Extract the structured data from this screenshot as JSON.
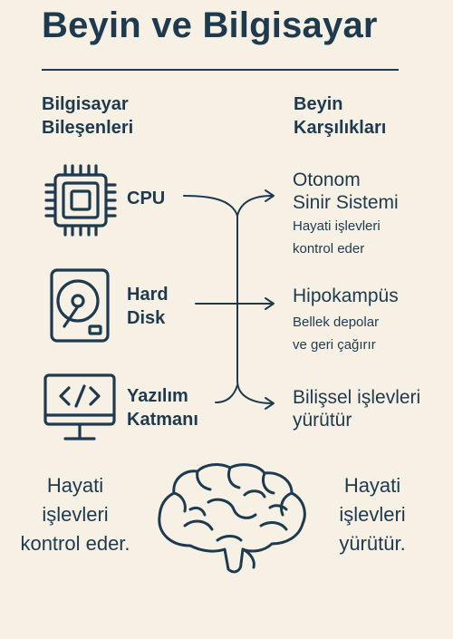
{
  "title": "Beyin ve Bilgisayar",
  "left_header": [
    "Bilgisayar",
    "Bileşenleri"
  ],
  "right_header": [
    "Beyin",
    "Karşılıkları"
  ],
  "components": [
    {
      "icon": "cpu-icon",
      "label": [
        "CPU"
      ]
    },
    {
      "icon": "hard-disk-icon",
      "label": [
        "Hard",
        "Disk"
      ]
    },
    {
      "icon": "code-monitor-icon",
      "label": [
        "Yazılım",
        "Katmanı"
      ]
    }
  ],
  "brain_parts": [
    {
      "name": [
        "Otonom",
        "Sinir Sistemi"
      ],
      "desc": [
        "Hayati işlevleri",
        "kontrol eder"
      ]
    },
    {
      "name": [
        "Hipokampüs"
      ],
      "desc": [
        "Bellek depolar",
        "ve geri çağırır"
      ]
    },
    {
      "name": [
        "Bilişsel işlevleri",
        "yürütür"
      ],
      "desc": []
    }
  ],
  "bottom_left": [
    "Hayati",
    "işlevleri",
    "kontrol eder."
  ],
  "bottom_right": [
    "Hayati",
    "işlevleri",
    "yürütür."
  ],
  "bottom_icon": "brain-icon",
  "colors": {
    "ink": "#1e3a4f",
    "background": "#f7f0e4"
  }
}
